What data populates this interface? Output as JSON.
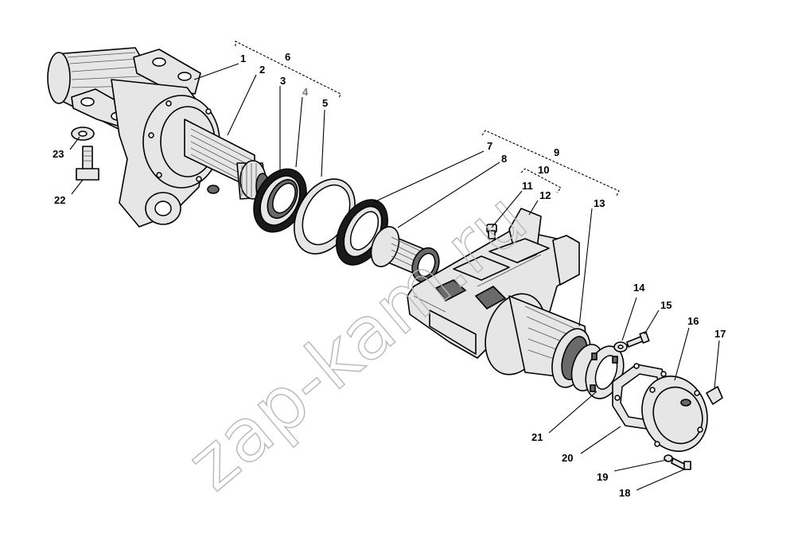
{
  "watermark": "zap-kam.ru",
  "callouts": {
    "c1": "1",
    "c2": "2",
    "c3": "3",
    "c4": "4",
    "c5": "5",
    "c6": "6",
    "c7": "7",
    "c8": "8",
    "c9": "9",
    "c10": "10",
    "c11": "11",
    "c12": "12",
    "c13": "13",
    "c14": "14",
    "c15": "15",
    "c16": "16",
    "c17": "17",
    "c18": "18",
    "c19": "19",
    "c20": "20",
    "c21": "21",
    "c22": "22",
    "c23": "23"
  },
  "colors": {
    "line": "#000000",
    "fill": "#e6e6e6",
    "watermark": "#b8b8b8"
  }
}
